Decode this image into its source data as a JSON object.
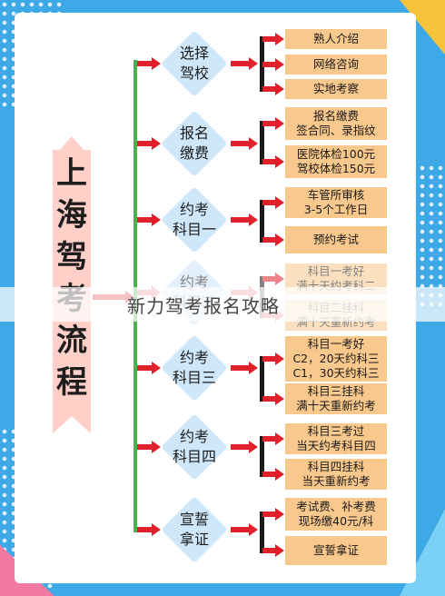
{
  "vertical_title": [
    "上",
    "海",
    "驾",
    "考",
    "流",
    "程"
  ],
  "watermark_text": "新力驾考报名攻略",
  "colors": {
    "background": "#3fa9e8",
    "arrow": "#e0212b",
    "spine": "#4caf50",
    "box": "#f9c88c",
    "diamond": "#cfe7fb"
  },
  "steps": [
    {
      "label": "选择\n驾校",
      "boxes": [
        "熟人介绍",
        "网络咨询",
        "实地考察"
      ]
    },
    {
      "label": "报名\n缴费",
      "boxes": [
        "报名缴费\n签合同、录指纹",
        "医院体检100元\n驾校体检150元"
      ]
    },
    {
      "label": "约考\n科目一",
      "boxes": [
        "车管所审核\n3-5个工作日",
        "预约考试"
      ]
    },
    {
      "label": "约考\n科目二",
      "boxes": [
        "科目一考好\n满十天约考科二",
        "科目二挂科\n满十天重新约考"
      ]
    },
    {
      "label": "约考\n科目三",
      "boxes": [
        "科目一考好\nC2，20天约科三\nC1，30天约科三",
        "科目三挂科\n满十天重新约考"
      ]
    },
    {
      "label": "约考\n科目四",
      "boxes": [
        "科目三考过\n当天约考科目四",
        "科目四挂科\n当天重新约考"
      ]
    },
    {
      "label": "宣誓\n拿证",
      "boxes": [
        "考试费、补考费\n现场缴40元/科",
        "宣誓拿证"
      ]
    }
  ]
}
